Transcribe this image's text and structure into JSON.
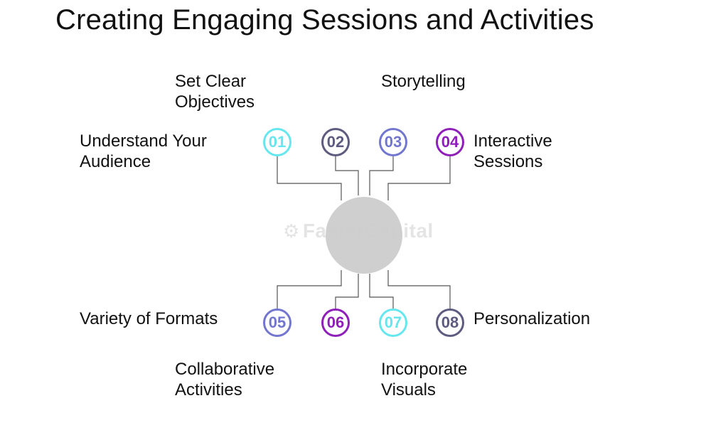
{
  "title": "Creating Engaging Sessions and Activities",
  "watermark": "FasterCapital",
  "colors": {
    "cyan": "#66e6ee",
    "slate": "#5d5b80",
    "periwinkle": "#7276cf",
    "purple": "#8e1fb9",
    "line": "#555555",
    "center": "#cfcfcf"
  },
  "items": [
    {
      "number": "01",
      "label": "Understand Your\nAudience",
      "color": "#66e6ee"
    },
    {
      "number": "02",
      "label": "Set Clear\nObjectives",
      "color": "#5d5b80"
    },
    {
      "number": "03",
      "label": "Storytelling",
      "color": "#7276cf"
    },
    {
      "number": "04",
      "label": "Interactive\nSessions",
      "color": "#8e1fb9"
    },
    {
      "number": "05",
      "label": "Variety of Formats",
      "color": "#7276cf"
    },
    {
      "number": "06",
      "label": "Collaborative\nActivities",
      "color": "#8e1fb9"
    },
    {
      "number": "07",
      "label": "Incorporate\nVisuals",
      "color": "#66e6ee"
    },
    {
      "number": "08",
      "label": "Personalization",
      "color": "#5d5b80"
    }
  ]
}
